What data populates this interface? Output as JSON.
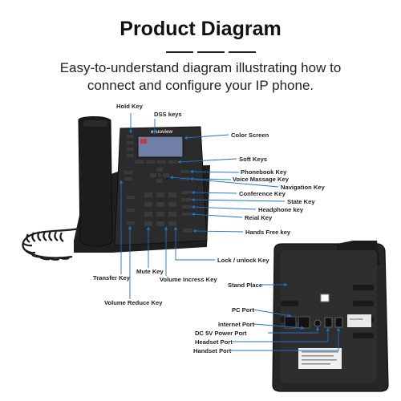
{
  "header": {
    "title": "Product Diagram",
    "subtitle_line1": "Easy-to-understand diagram illustrating how to",
    "subtitle_line2": "connect and configure your IP phone."
  },
  "phone": {
    "brand": "ecuuview"
  },
  "labels": {
    "hold_key": "Hold Key",
    "dss_keys": "DSS keys",
    "color_screen": "Color Screen",
    "soft_keys": "Soft Keys",
    "phonebook_key": "Phonebook Key",
    "voice_massage_key": "Voice Massage Key",
    "navigation_key": "Navigation Key",
    "conference_key": "Conference Key",
    "state_key": "State Key",
    "headphone_key": "Headphone key",
    "reial_key": "Reial Key",
    "hands_free_key": "Hands Free key",
    "lock_unlock_key": "Lock / unlock Key",
    "transfer_key": "Transfer Key",
    "mute_key": "Mute Key",
    "volume_incress_key": "Volume Incress Key",
    "volume_reduce_key": "Volume Reduce Key",
    "stand_place": "Stand Place",
    "pc_port": "PC Port",
    "internet_port": "Internet Port",
    "dc_power_port": "DC 5V Power Port",
    "headset_port": "Headset Port",
    "handset_port": "Handset Port"
  },
  "colors": {
    "accent_line": "#1a73c8",
    "phone_body": "#2a2a2a",
    "phone_dark": "#151515",
    "screen": "#6f7fa6"
  }
}
